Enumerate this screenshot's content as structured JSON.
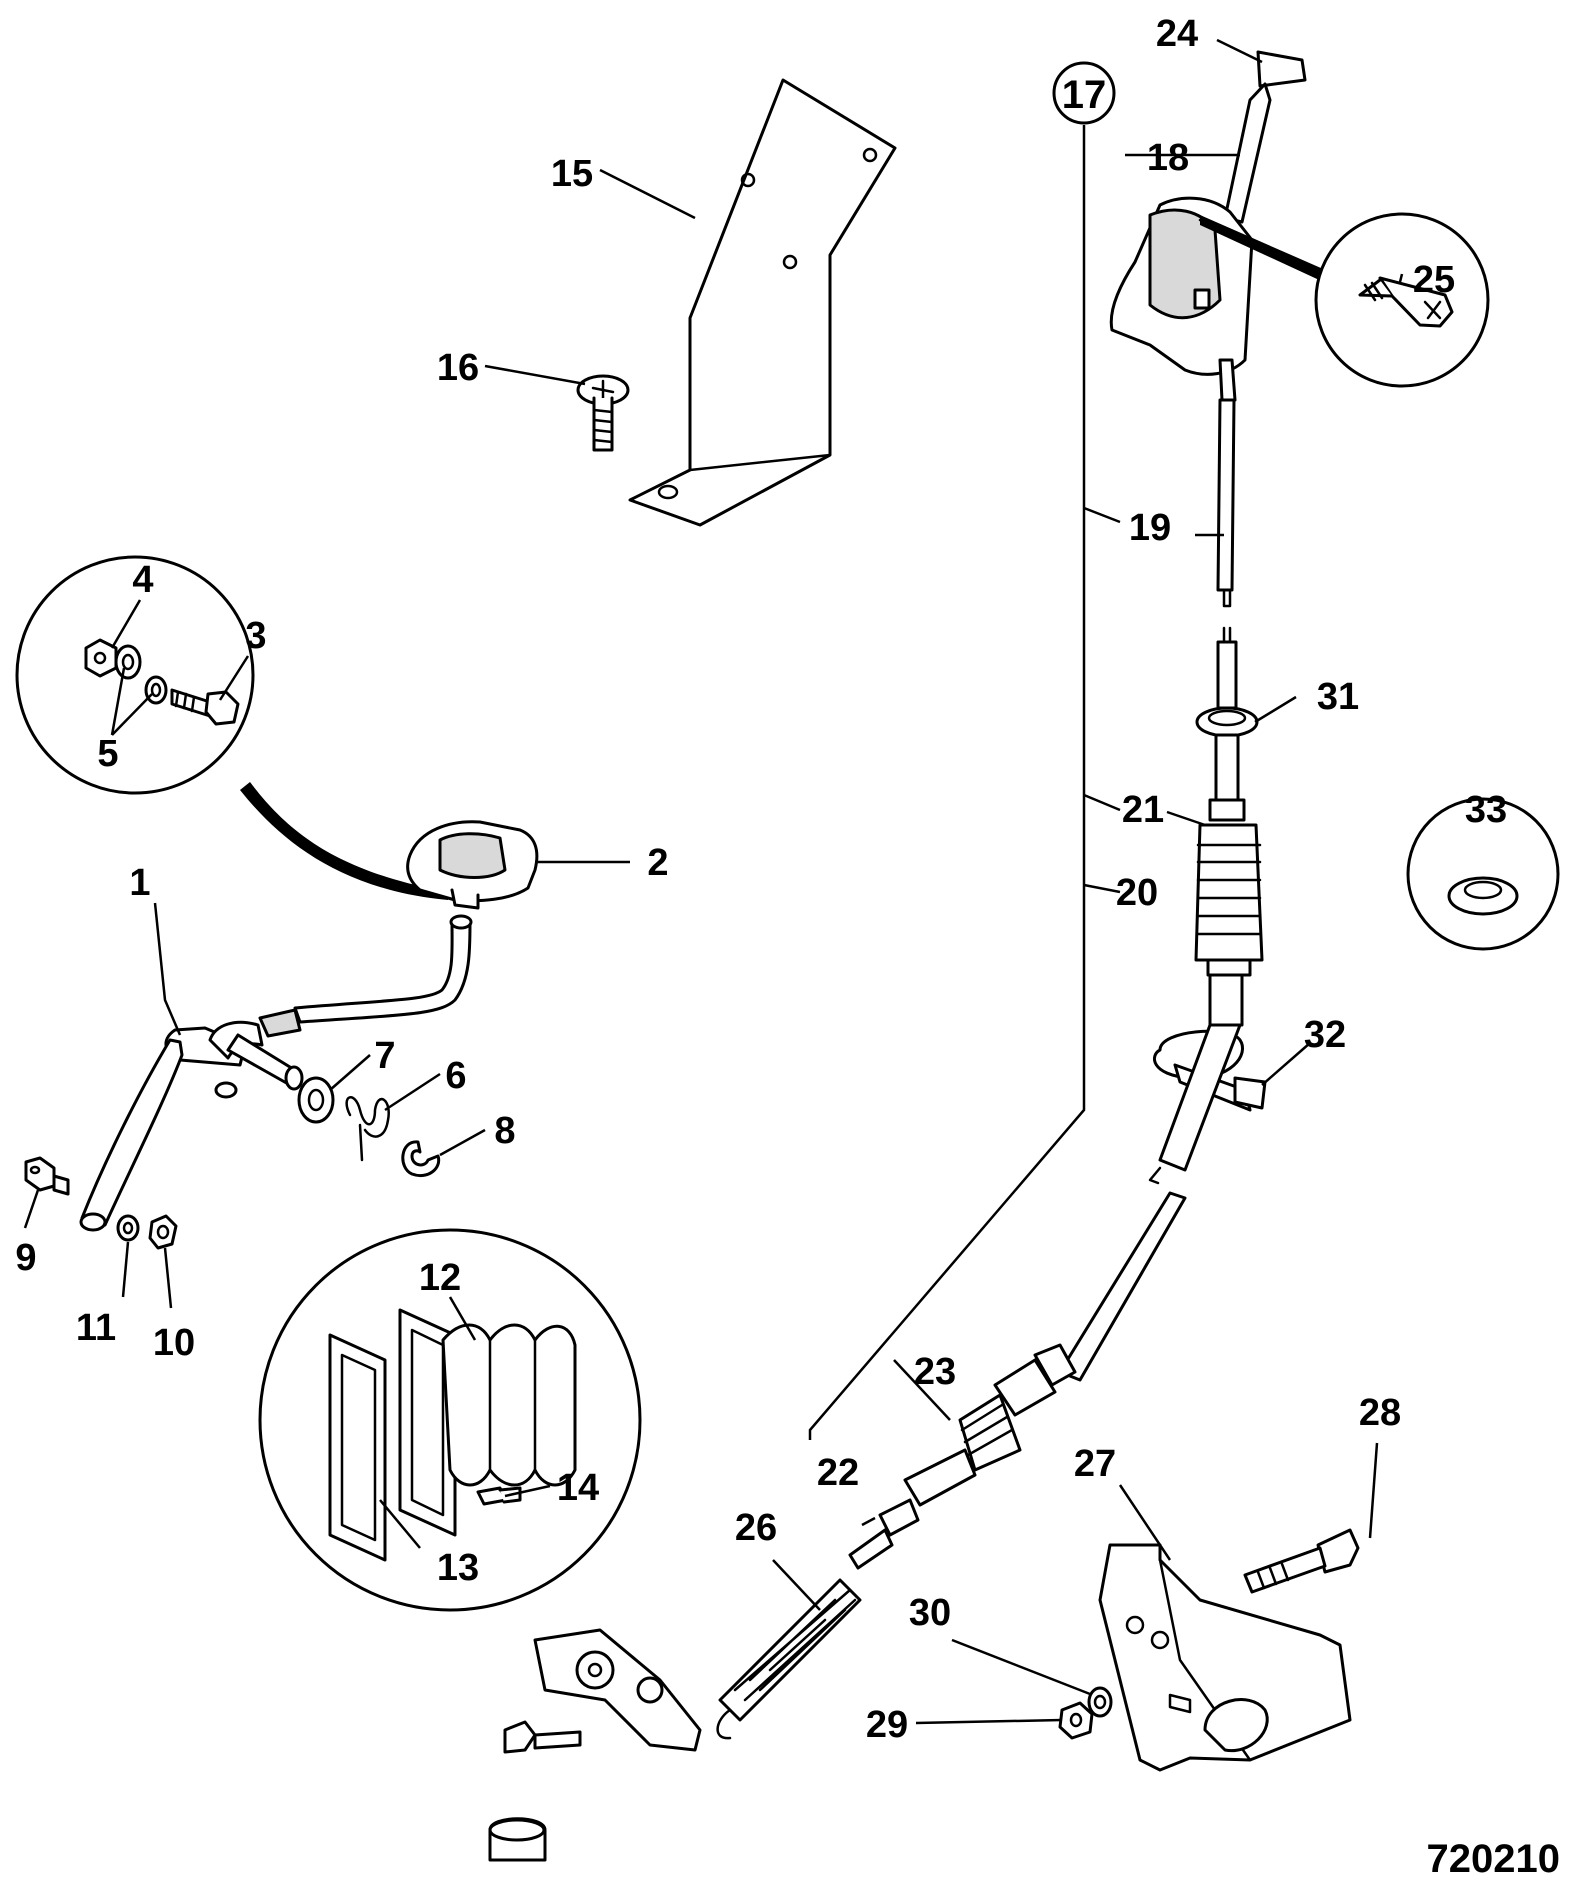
{
  "drawing_number": "720210",
  "callouts": {
    "c1": "1",
    "c2": "2",
    "c3": "3",
    "c4": "4",
    "c5": "5",
    "c6": "6",
    "c7": "7",
    "c8": "8",
    "c9": "9",
    "c10": "10",
    "c11": "11",
    "c12": "12",
    "c13": "13",
    "c14": "14",
    "c15": "15",
    "c16": "16",
    "c17": "17",
    "c18": "18",
    "c19": "19",
    "c20": "20",
    "c21": "21",
    "c22": "22",
    "c23": "23",
    "c24": "24",
    "c25": "25",
    "c26": "26",
    "c27": "27",
    "c28": "28",
    "c29": "29",
    "c30": "30",
    "c31": "31",
    "c32": "32",
    "c33": "33"
  }
}
